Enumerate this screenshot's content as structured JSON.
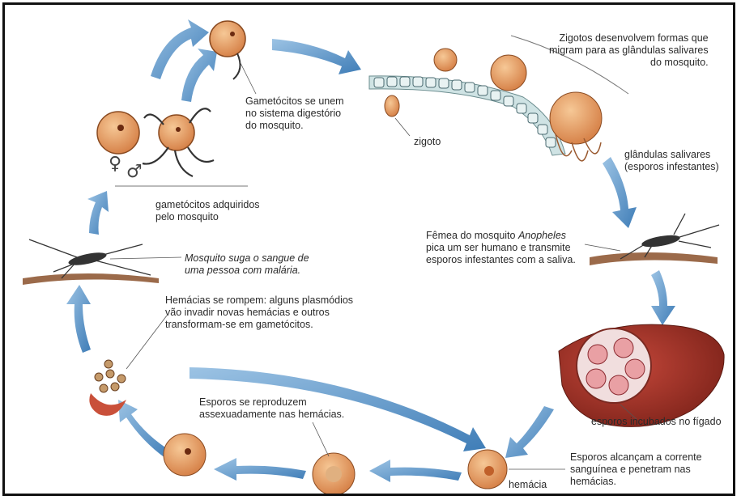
{
  "labels": {
    "gametocitos_unem": [
      "Gametócitos se unem",
      "no sistema digestório",
      "do mosquito."
    ],
    "zigotos_desenvolvem": [
      "Zigotos desenvolvem formas que",
      "migram para as glândulas salivares",
      "do mosquito."
    ],
    "zigoto": "zigoto",
    "glandulas": [
      "glândulas salivares",
      "(esporos infestantes)"
    ],
    "gametocitos_adquiridos": [
      "gametócitos adquiridos",
      "pelo mosquito"
    ],
    "femea_line1_prefix": "Fêmea do mosquito ",
    "femea_line1_italic": "Anopheles",
    "femea_rest": [
      "pica um ser humano e transmite",
      "esporos infestantes com a saliva."
    ],
    "mosquito_suga": [
      "Mosquito suga o sangue de",
      "uma pessoa com malária."
    ],
    "hemacias_rompem": [
      "Hemácias se rompem: alguns plasmódios",
      "vão invadir novas hemácias e outros",
      "transformam-se em gametócitos."
    ],
    "esporos_incubados": "esporos incubados no fígado",
    "esporos_reproduzem": [
      "Esporos se reproduzem",
      "assexuadamente nas hemácias."
    ],
    "esporos_alcancam": [
      "Esporos alcançam a corrente",
      "sanguínea e penetram nas",
      "hemácias."
    ],
    "hemacia": "hemácia"
  },
  "symbols": {
    "female": "♀",
    "male": "♂"
  },
  "colors": {
    "arrow": "#5b93c4",
    "cell": "#e8a062",
    "cell_dark": "#c0602a",
    "liver": "#9c2f22",
    "skin": "#9b6a4a"
  }
}
